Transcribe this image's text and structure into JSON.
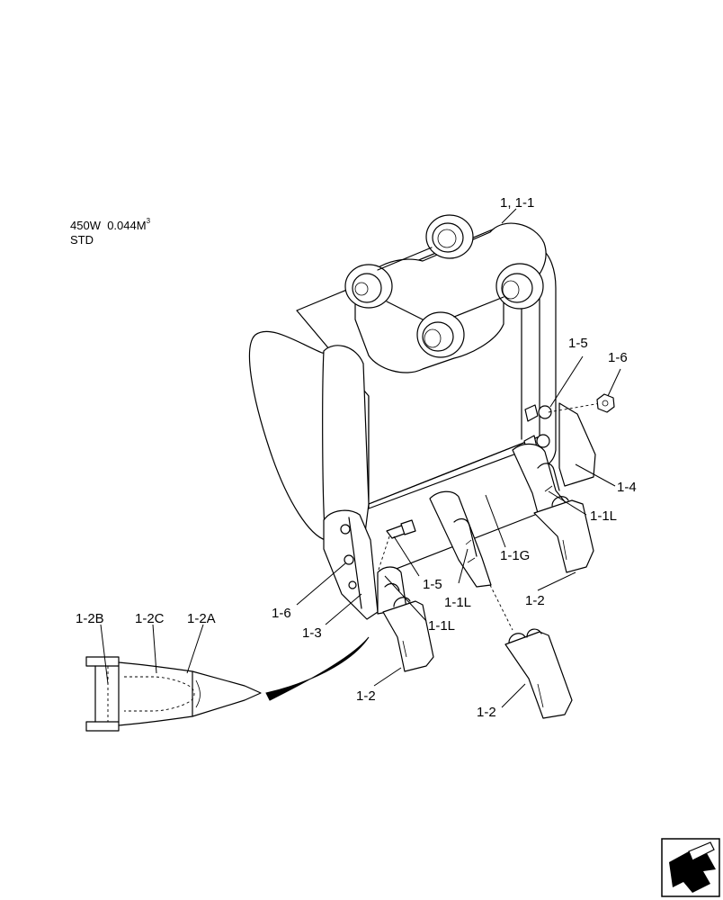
{
  "spec": {
    "size": "450W",
    "capacity": "0.044M",
    "capacity_exp": "3",
    "variant": "STD"
  },
  "callouts": {
    "bucket": "1, 1-1",
    "bolt_right": "1-5",
    "nut_right": "1-6",
    "plate_right": "1-4",
    "adapter_right": "1-1L",
    "adapter_center_plate": "1-1G",
    "bolt_center": "1-5",
    "adapter_center": "1-1L",
    "adapter_left": "1-1L",
    "nut_left": "1-6",
    "plate_left": "1-3",
    "tooth_right": "1-2",
    "tooth_left": "1-2",
    "tooth_loose": "1-2",
    "detail_b": "1-2B",
    "detail_c": "1-2C",
    "detail_a": "1-2A"
  },
  "icons": {
    "nav": "next-page-arrow-icon"
  }
}
